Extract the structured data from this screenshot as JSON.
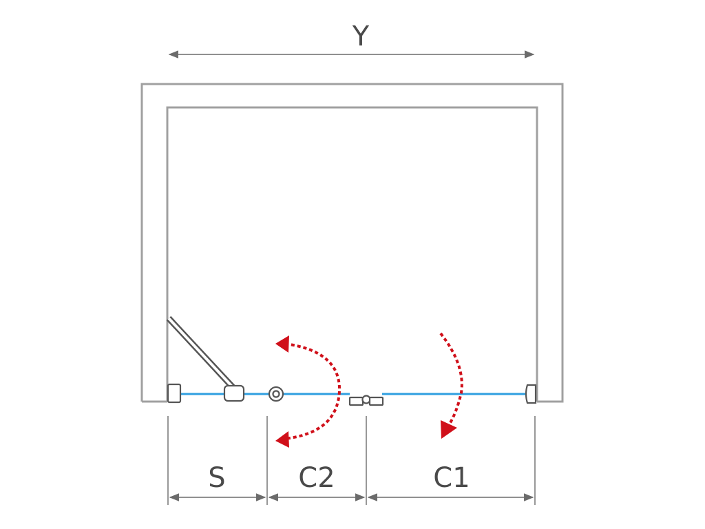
{
  "labels": {
    "overall_width": "Y",
    "fixed_side": "S",
    "door_2": "C2",
    "door_1": "C1"
  },
  "colors": {
    "walls": "#a0a0a0",
    "glass": "#2f9fe0",
    "swing_arrows": "#d0101a",
    "dimension_lines": "#6b6b6b",
    "hardware": "#555555"
  }
}
